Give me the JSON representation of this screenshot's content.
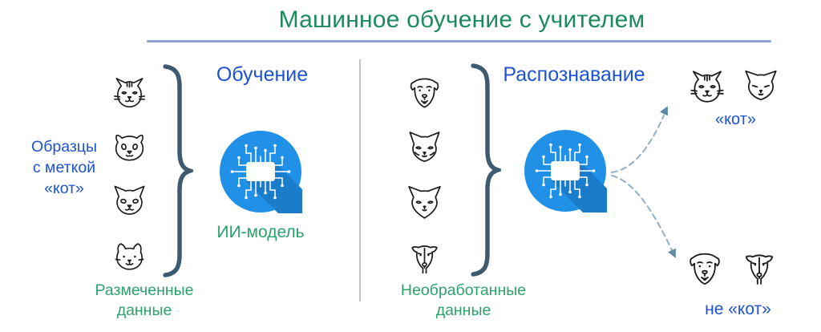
{
  "title": "Машинное обучение с учителем",
  "colors": {
    "title_green": "#1b8a5c",
    "label_green": "#2ba16c",
    "accent_blue": "#1d53d2",
    "brace": "#3e5a70",
    "model_circle": "#2191e8",
    "model_circle_shadow": "#1b7dc9",
    "arrow_dash": "#93afc2",
    "arrow_head": "#5d89a8",
    "divider": "#bfc3c7",
    "title_underline": "#8ba4d4"
  },
  "training": {
    "heading": "Обучение",
    "caption_lines": [
      "Образцы",
      "с меткой",
      "«кот»"
    ],
    "input_icons": [
      "cat-tabby-icon",
      "cat-round-icon",
      "cat-alert-icon",
      "cat-fold-icon"
    ],
    "model_label": "ИИ-модель",
    "data_label_lines": [
      "Размеченные",
      "данные"
    ]
  },
  "recognition": {
    "heading": "Распознавание",
    "input_icons": [
      "dog-terrier-icon",
      "cat-sphynx-icon",
      "cat-oriental-icon",
      "dog-greyhound-icon"
    ],
    "data_label_lines": [
      "Необработанные",
      "данные"
    ],
    "results": {
      "cat": {
        "label": "«кот»",
        "icons": [
          "cat-tabby-icon",
          "cat-siamese-icon"
        ]
      },
      "not_cat": {
        "label": "не «кот»",
        "icons": [
          "dog-terrier-icon",
          "dog-greyhound-icon"
        ]
      }
    }
  }
}
